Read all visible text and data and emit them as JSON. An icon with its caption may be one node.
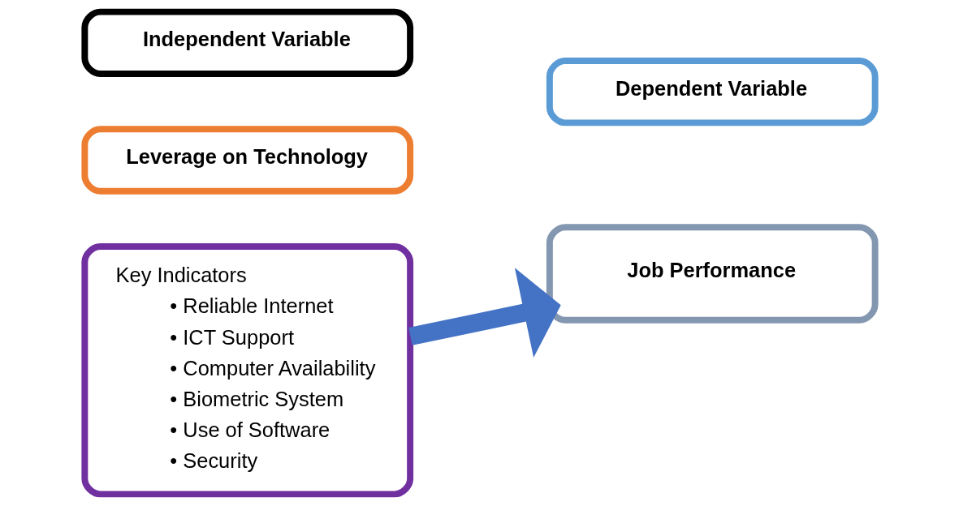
{
  "diagram": {
    "nodes": [
      {
        "text": [
          "Independent Variable"
        ]
      },
      {
        "text": [
          "Dependent Variable"
        ]
      },
      {
        "text": [
          "Leverage on Technology"
        ]
      },
      {
        "text": [
          "Key Indicators",
          "• Reliable Internet",
          "• ICT Support",
          "• Computer Availability",
          "• Biometric System",
          "• Use of Software",
          "• Security"
        ]
      },
      {
        "text": [
          "Job Performance"
        ]
      }
    ],
    "edges": [
      {
        "from": 3,
        "to": 4,
        "arrow": "to",
        "color": "#4472c4"
      }
    ]
  }
}
